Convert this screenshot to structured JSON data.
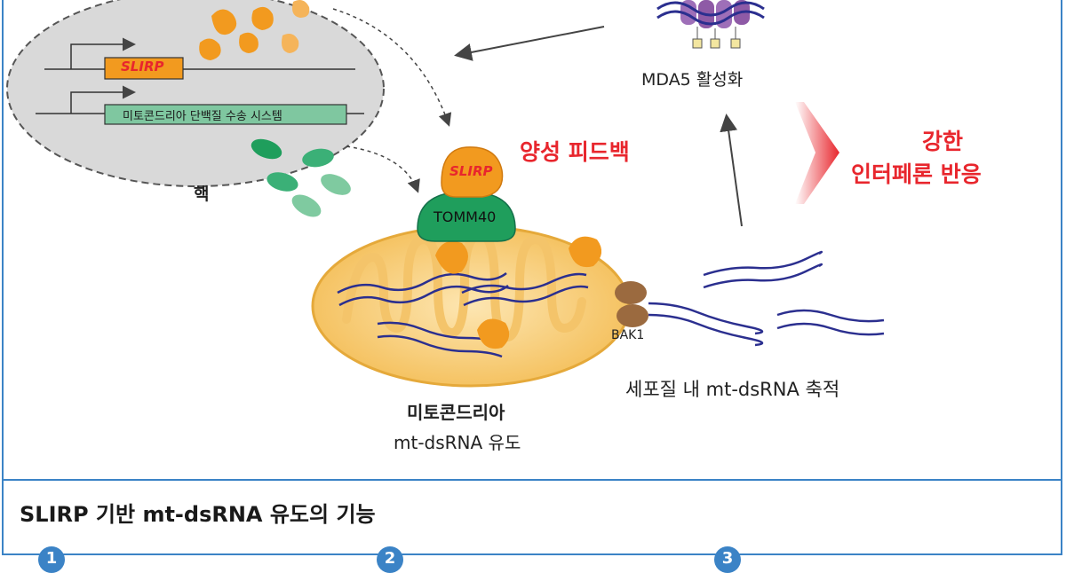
{
  "nucleus": {
    "label": "핵",
    "gene_slirp": "SLIRP",
    "gene_import": "미토콘드리아 단백질 수송 시스템"
  },
  "proteins": {
    "slirp": "SLIRP",
    "tomm40": "TOMM40",
    "bak1": "BAK1"
  },
  "labels": {
    "mda5": "MDA5 활성화",
    "feedback": "양성 피드백",
    "response_line1": "강한",
    "response_line2": "인터페론 반응",
    "cytoplasm": "세포질 내 mt-dsRNA 축적",
    "mito_title": "미토콘드리아",
    "mito_sub": "mt-dsRNA 유도"
  },
  "section": {
    "title": "SLIRP 기반 mt-dsRNA 유도의 기능",
    "steps": [
      "1",
      "2",
      "3"
    ]
  },
  "colors": {
    "border": "#3b83c6",
    "slirp": "#f29a1f",
    "tomm40": "#1f9e5c",
    "mda5": "#8e5aa6",
    "highlight": "#e8262d",
    "mito": "#f7c96b"
  }
}
